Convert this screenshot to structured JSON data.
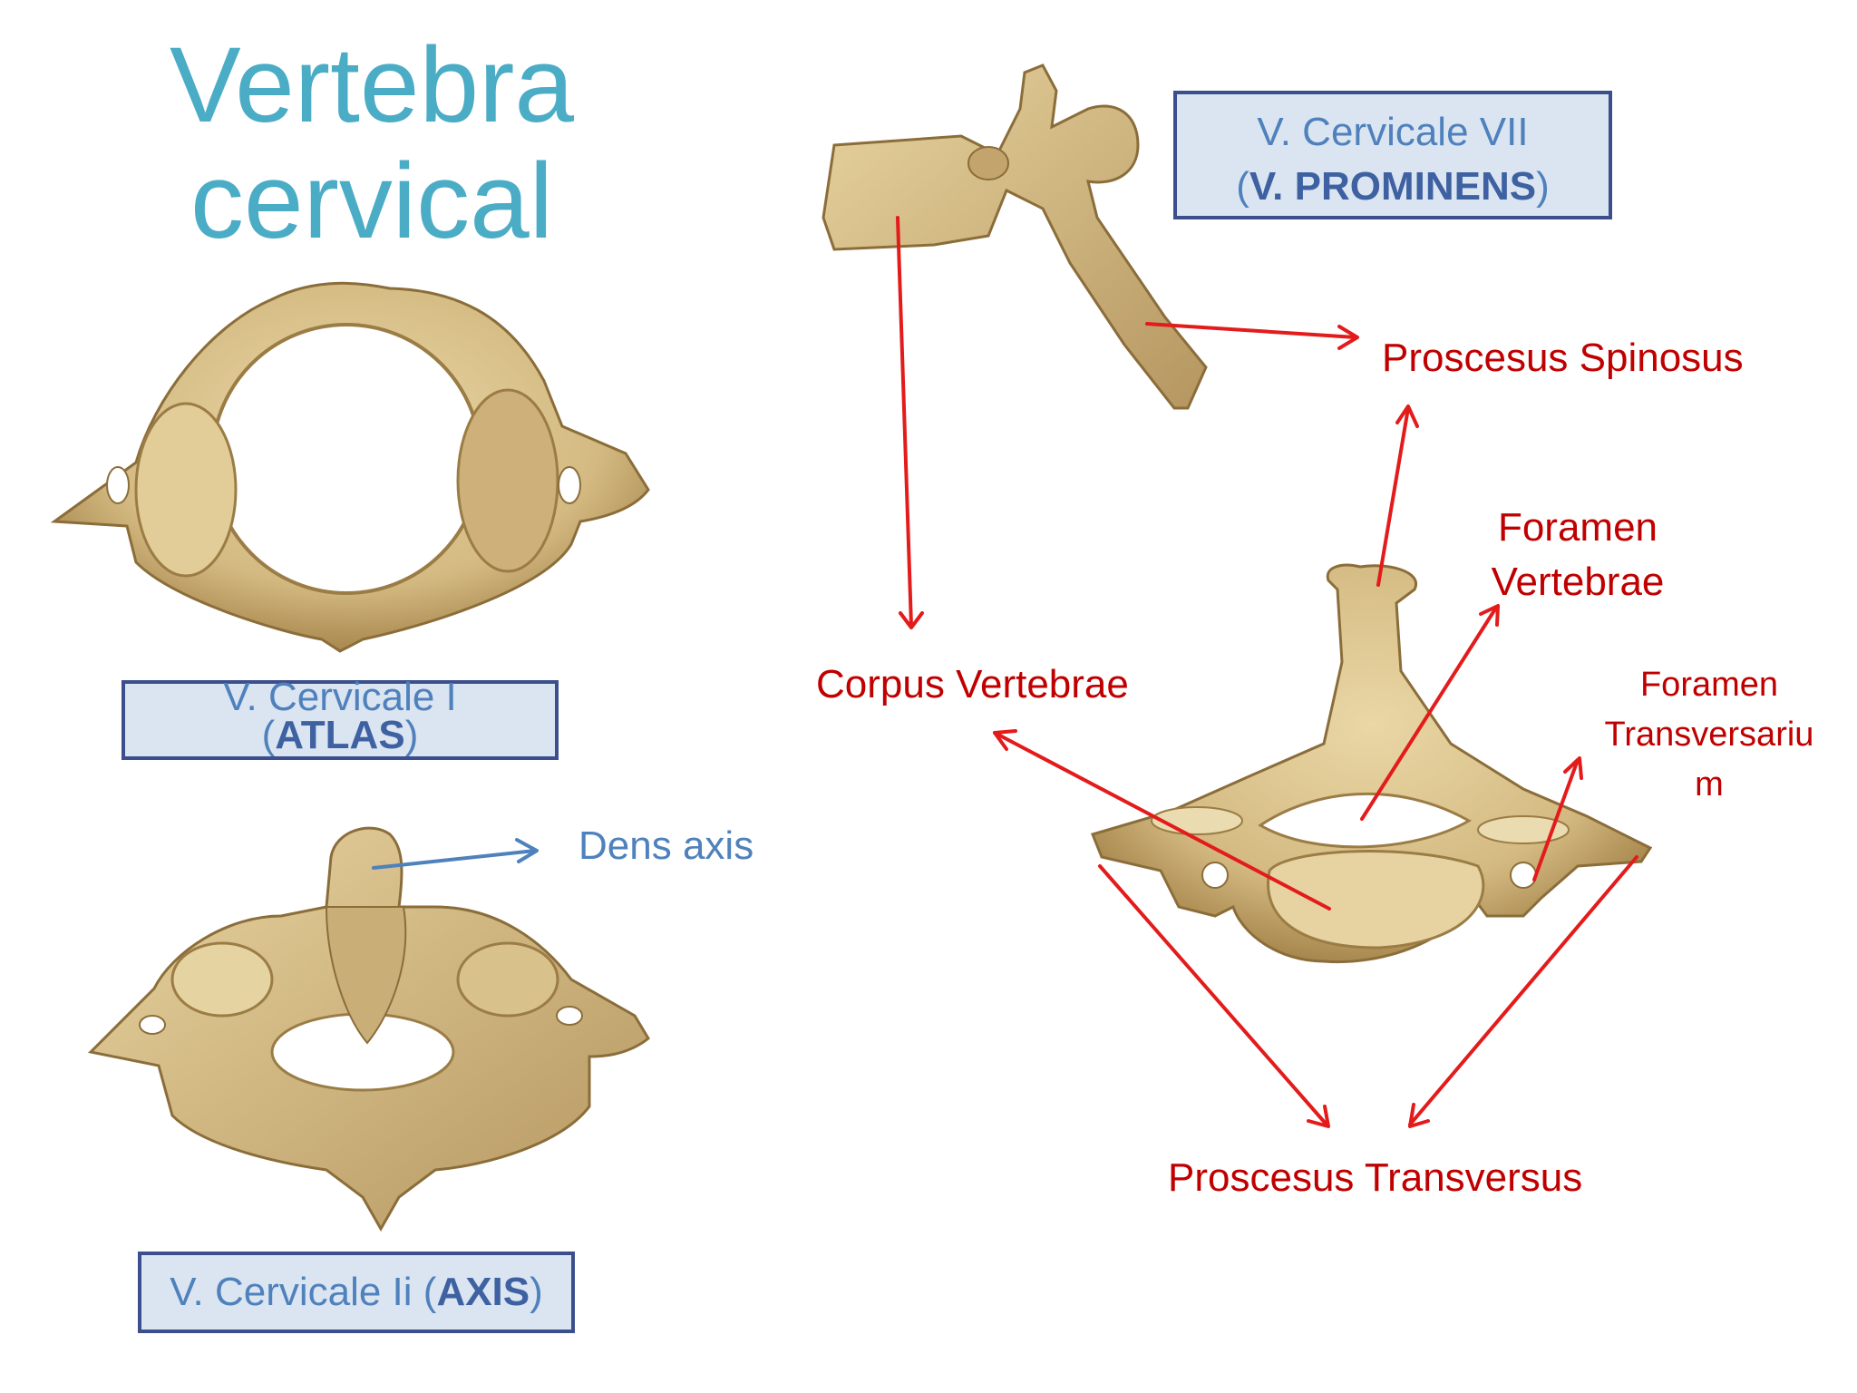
{
  "title": {
    "line1": "Vertebra",
    "line2": "cervical"
  },
  "boxes": {
    "atlas": {
      "line1": "V. Cervicale I",
      "open": "(",
      "bold": "ATLAS",
      "close": ")"
    },
    "axis": {
      "text": "V. Cervicale Ii (",
      "bold": "AXIS",
      "close": ")"
    },
    "prominens": {
      "line1": "V. Cervicale VII",
      "open": "(",
      "bold": "V. PROMINENS",
      "close": ")"
    }
  },
  "labels": {
    "dens_axis": "Dens axis",
    "processus_spinosus": "Proscesus Spinosus",
    "foramen_vertebrae_1": "Foramen",
    "foramen_vertebrae_2": "Vertebrae",
    "corpus_vertebrae": "Corpus Vertebrae",
    "foramen_transversarium_1": "Foramen",
    "foramen_transversarium_2": "Transversariu",
    "foramen_transversarium_3": "m",
    "processus_transversus": "Proscesus Transversus"
  },
  "colors": {
    "title": "#4bacc6",
    "annotation_red": "#c00000",
    "arrow_red": "#e31b1b",
    "annotation_blue": "#4f81bd",
    "box_fill": "#dbe5f1",
    "box_border": "#3b4f8c",
    "bone": "#d8c08c",
    "bone_dark": "#a8884e"
  }
}
